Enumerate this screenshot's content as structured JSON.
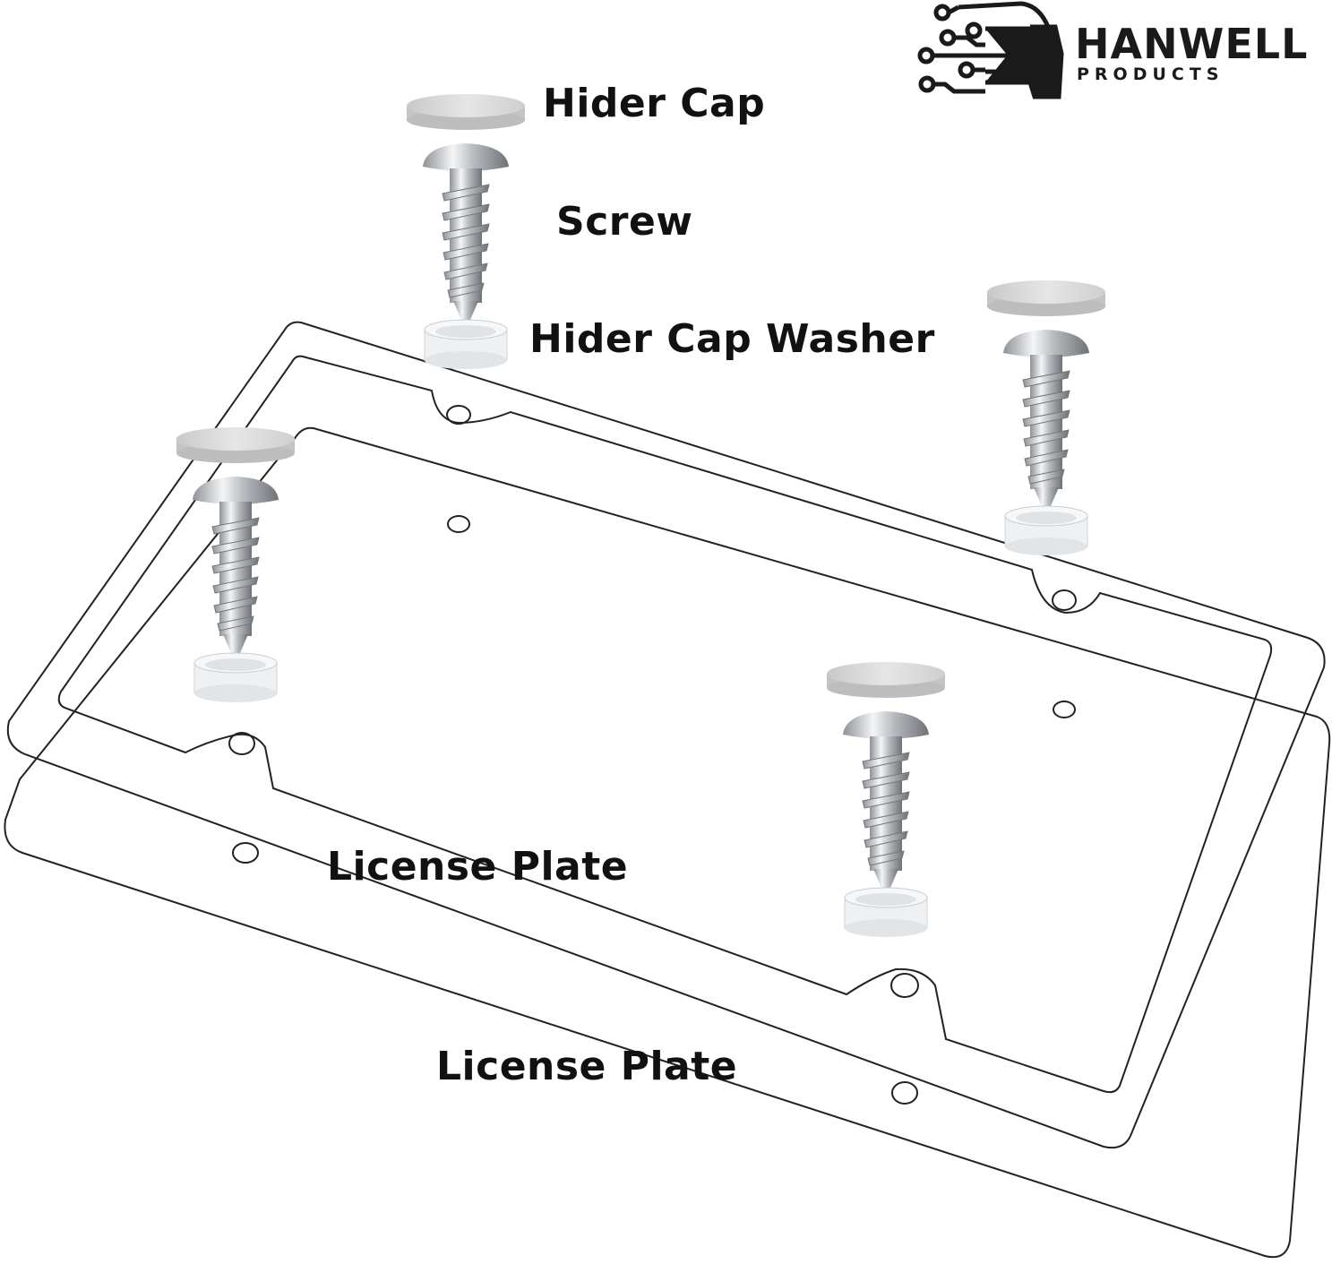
{
  "logo": {
    "name": "HANWELL",
    "tagline": "PRODUCTS"
  },
  "labels": {
    "hider_cap": "Hider Cap",
    "screw": "Screw",
    "hider_cap_washer": "Hider Cap Washer",
    "license_plate_frame": "License Plate",
    "license_plate": "License Plate"
  }
}
